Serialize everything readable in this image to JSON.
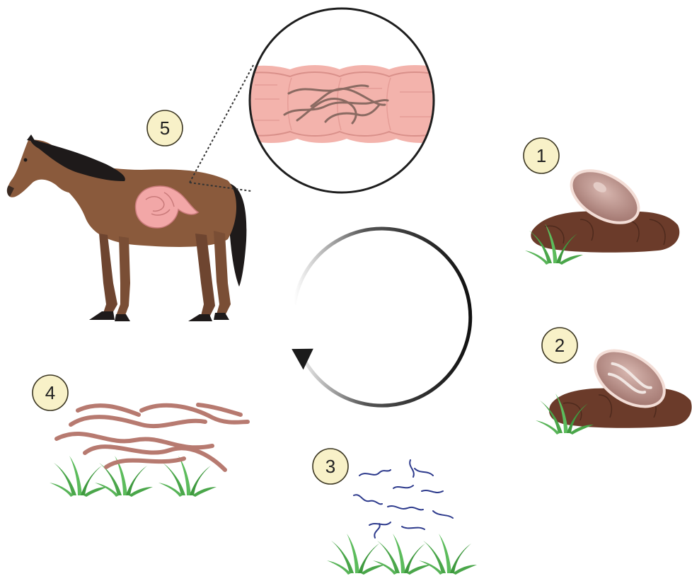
{
  "steps": [
    {
      "number": "1"
    },
    {
      "number": "2"
    },
    {
      "number": "3"
    },
    {
      "number": "4"
    },
    {
      "number": "5"
    }
  ],
  "colors": {
    "badge_fill": "#f8f1c8",
    "horse_body": "#8a5a3c",
    "horse_mane": "#1e1a1a",
    "intestine": "#f2a7a7",
    "feces": "#6b3b2a",
    "egg": "#b88a82",
    "larva_l3": "#2d3a8c",
    "worm_adult": "#b77a70",
    "grass": "#4aa64a",
    "cycle_arrow": "#1b1b1b"
  },
  "icons": [
    "horse",
    "intestine-magnifier",
    "egg-on-feces",
    "embryonated-egg-on-feces",
    "larvae-on-grass",
    "worms-on-grass",
    "cycle-arrow"
  ]
}
